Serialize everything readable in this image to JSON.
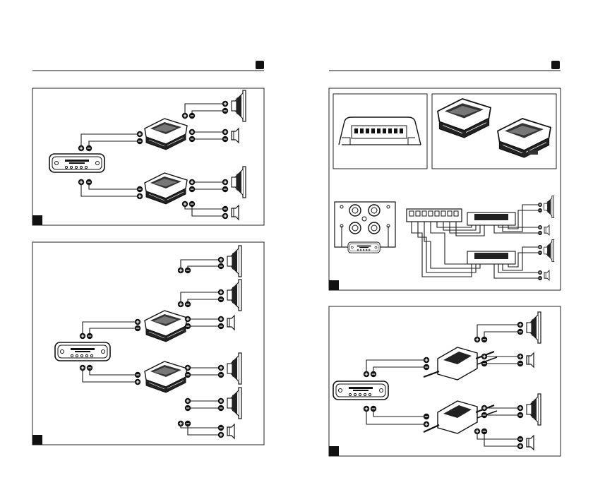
{
  "page": {
    "background": "#ffffff",
    "line_color": "#1a1a1a",
    "marker_color": "#111111"
  },
  "icons": [
    "head-unit-icon",
    "crossover-icon",
    "woofer-icon",
    "tweeter-icon",
    "amplifier-icon",
    "positive-terminal-icon",
    "negative-terminal-icon"
  ],
  "left_page": {
    "diagrams": [
      {
        "id": "diagram-1",
        "components": [
          "head-unit",
          "crossover",
          "crossover",
          "woofer",
          "tweeter",
          "woofer",
          "tweeter"
        ]
      },
      {
        "id": "diagram-2",
        "components": [
          "head-unit",
          "crossover",
          "crossover",
          "woofer",
          "woofer",
          "tweeter",
          "woofer",
          "woofer",
          "tweeter"
        ]
      }
    ]
  },
  "right_page": {
    "diagrams": [
      {
        "id": "diagram-3",
        "components": [
          "crossover-closeup",
          "crossover-pair",
          "amplifier",
          "head-unit",
          "crossover",
          "crossover",
          "woofer",
          "tweeter",
          "woofer",
          "tweeter"
        ]
      },
      {
        "id": "diagram-4",
        "components": [
          "head-unit",
          "inline-crossover",
          "inline-crossover",
          "woofer",
          "tweeter",
          "woofer",
          "tweeter"
        ]
      }
    ]
  }
}
